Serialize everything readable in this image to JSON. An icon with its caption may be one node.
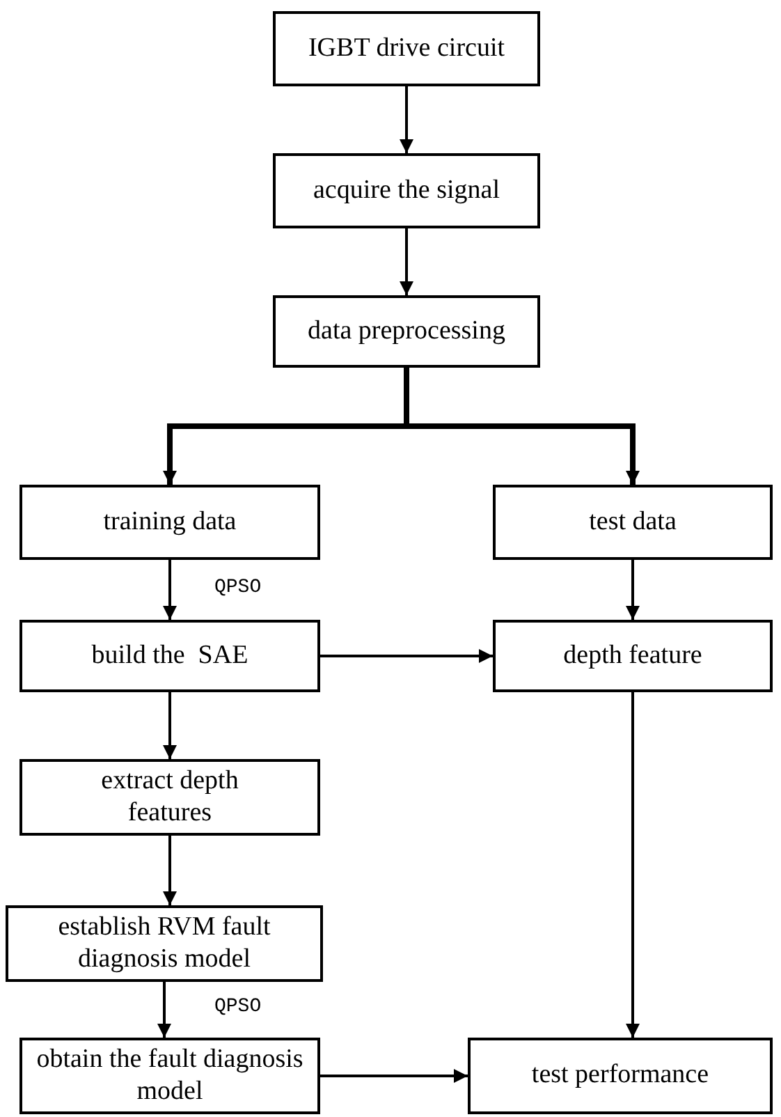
{
  "diagram": {
    "nodes": [
      {
        "text": [
          "IGBT drive circuit"
        ]
      },
      {
        "text": [
          "acquire the signal"
        ]
      },
      {
        "text": [
          "data preprocessing"
        ]
      },
      {
        "text": [
          "training data"
        ]
      },
      {
        "text": [
          "test data"
        ]
      },
      {
        "text": [
          "build the  SAE"
        ]
      },
      {
        "text": [
          "depth feature"
        ]
      },
      {
        "text": [
          "extract depth features"
        ]
      },
      {
        "text": [
          "establish RVM fault diagnosis model"
        ]
      },
      {
        "text": [
          "obtain the fault diagnosis model"
        ]
      },
      {
        "text": [
          "test performance"
        ]
      }
    ],
    "edges": [
      {
        "from": 0,
        "to": 1,
        "arrow": "to"
      },
      {
        "from": 1,
        "to": 2,
        "arrow": "to"
      },
      {
        "from": 2,
        "to": 3,
        "arrow": "to",
        "style": "thick"
      },
      {
        "from": 2,
        "to": 4,
        "arrow": "to",
        "style": "thick"
      },
      {
        "from": 3,
        "to": 5,
        "arrow": "to",
        "label": "QPSO"
      },
      {
        "from": 4,
        "to": 6,
        "arrow": "to"
      },
      {
        "from": 5,
        "to": 6,
        "arrow": "to"
      },
      {
        "from": 5,
        "to": 7,
        "arrow": "to"
      },
      {
        "from": 7,
        "to": 8,
        "arrow": "to"
      },
      {
        "from": 8,
        "to": 9,
        "arrow": "to",
        "label": "QPSO"
      },
      {
        "from": 6,
        "to": 10,
        "arrow": "to"
      },
      {
        "from": 9,
        "to": 10,
        "arrow": "to"
      }
    ]
  }
}
